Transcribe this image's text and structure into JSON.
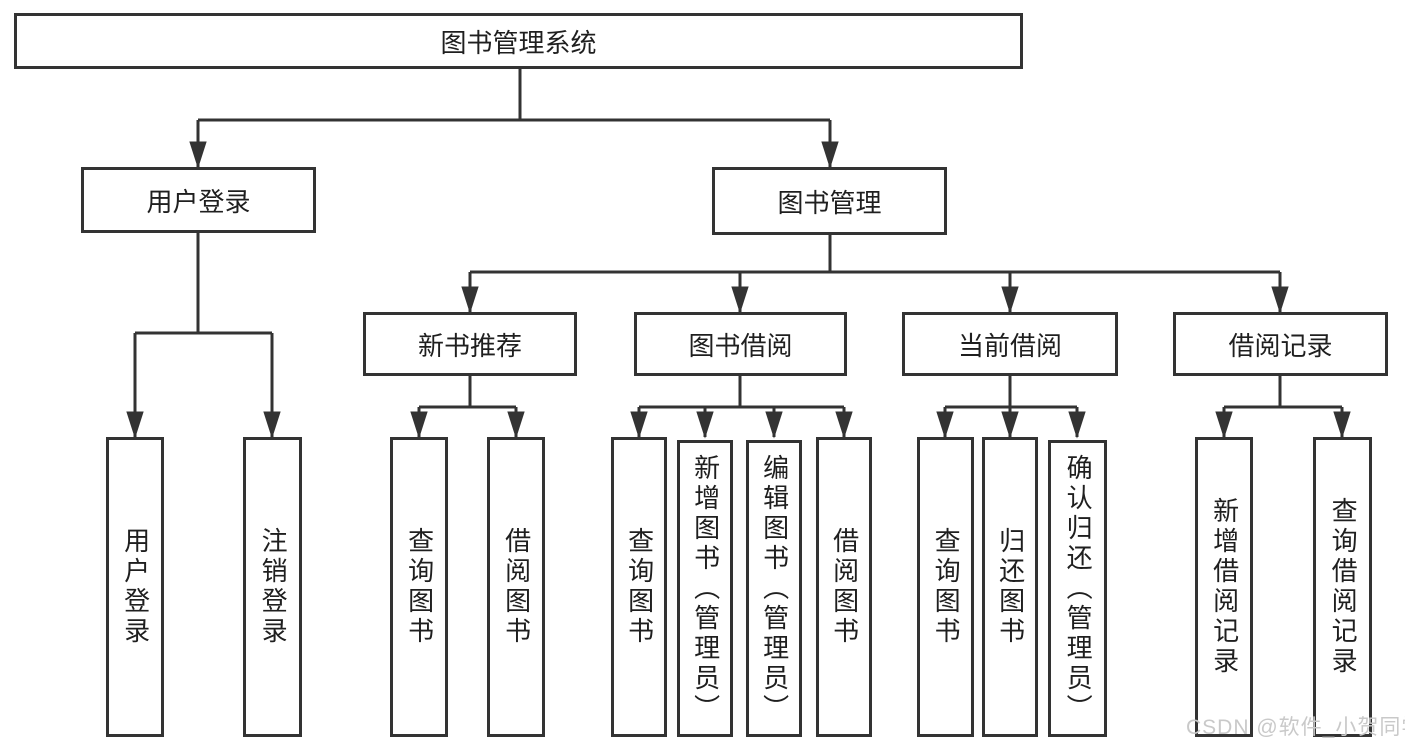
{
  "colors": {
    "line": "#333333",
    "text": "#1f1f1f",
    "watermark": "#c9c9c9",
    "background": "#ffffff"
  },
  "tree": {
    "root": "图书管理系统",
    "branches": [
      {
        "label": "用户登录",
        "children": [
          "用户登录",
          "注销登录"
        ]
      },
      {
        "label": "图书管理",
        "children": [
          {
            "label": "新书推荐",
            "children": [
              "查询图书",
              "借阅图书"
            ]
          },
          {
            "label": "图书借阅",
            "children": [
              "查询图书",
              "新增图书（管理员）",
              "编辑图书（管理员）",
              "借阅图书"
            ]
          },
          {
            "label": "当前借阅",
            "children": [
              "查询图书",
              "归还图书",
              "确认归还（管理员）"
            ]
          },
          {
            "label": "借阅记录",
            "children": [
              "新增借阅记录",
              "查询借阅记录"
            ]
          }
        ]
      }
    ]
  },
  "watermark": "CSDN @软件_小贺同学"
}
